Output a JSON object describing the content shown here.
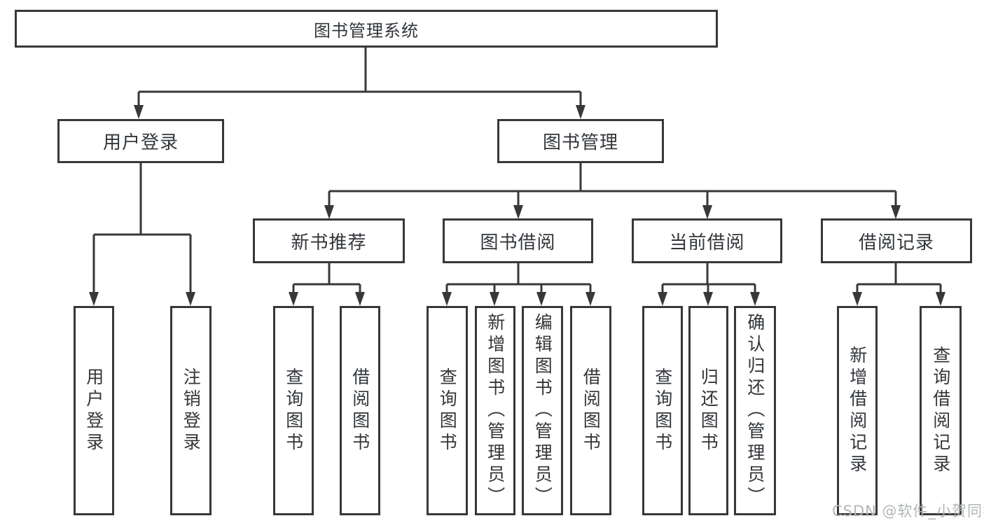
{
  "diagram": {
    "title": "图书管理系统",
    "nodes": {
      "root": "图书管理系统",
      "user_login": "用户登录",
      "book_mgmt": "图书管理",
      "new_book_rec": "新书推荐",
      "book_borrow": "图书借阅",
      "current_borrow": "当前借阅",
      "borrow_record": "借阅记录",
      "leaf_user_login": "用户登录",
      "leaf_logout": "注销登录",
      "leaf_query_book_1": "查询图书",
      "leaf_borrow_book_1": "借阅图书",
      "leaf_query_book_2": "查询图书",
      "leaf_add_book_admin": "新增图书（管理员）",
      "leaf_edit_book_admin": "编辑图书（管理员）",
      "leaf_borrow_book_2": "借阅图书",
      "leaf_query_book_3": "查询图书",
      "leaf_return_book": "归还图书",
      "leaf_confirm_return_admin": "确认归还（管理员）",
      "leaf_add_borrow_record": "新增借阅记录",
      "leaf_query_borrow_record": "查询借阅记录"
    },
    "colors": {
      "line": "#383838",
      "box_border": "#383838",
      "text": "#32363a",
      "background": "#ffffff",
      "watermark_text_color": "#b2b6b9"
    }
  },
  "watermark": "CSDN @软件_小贺同学"
}
